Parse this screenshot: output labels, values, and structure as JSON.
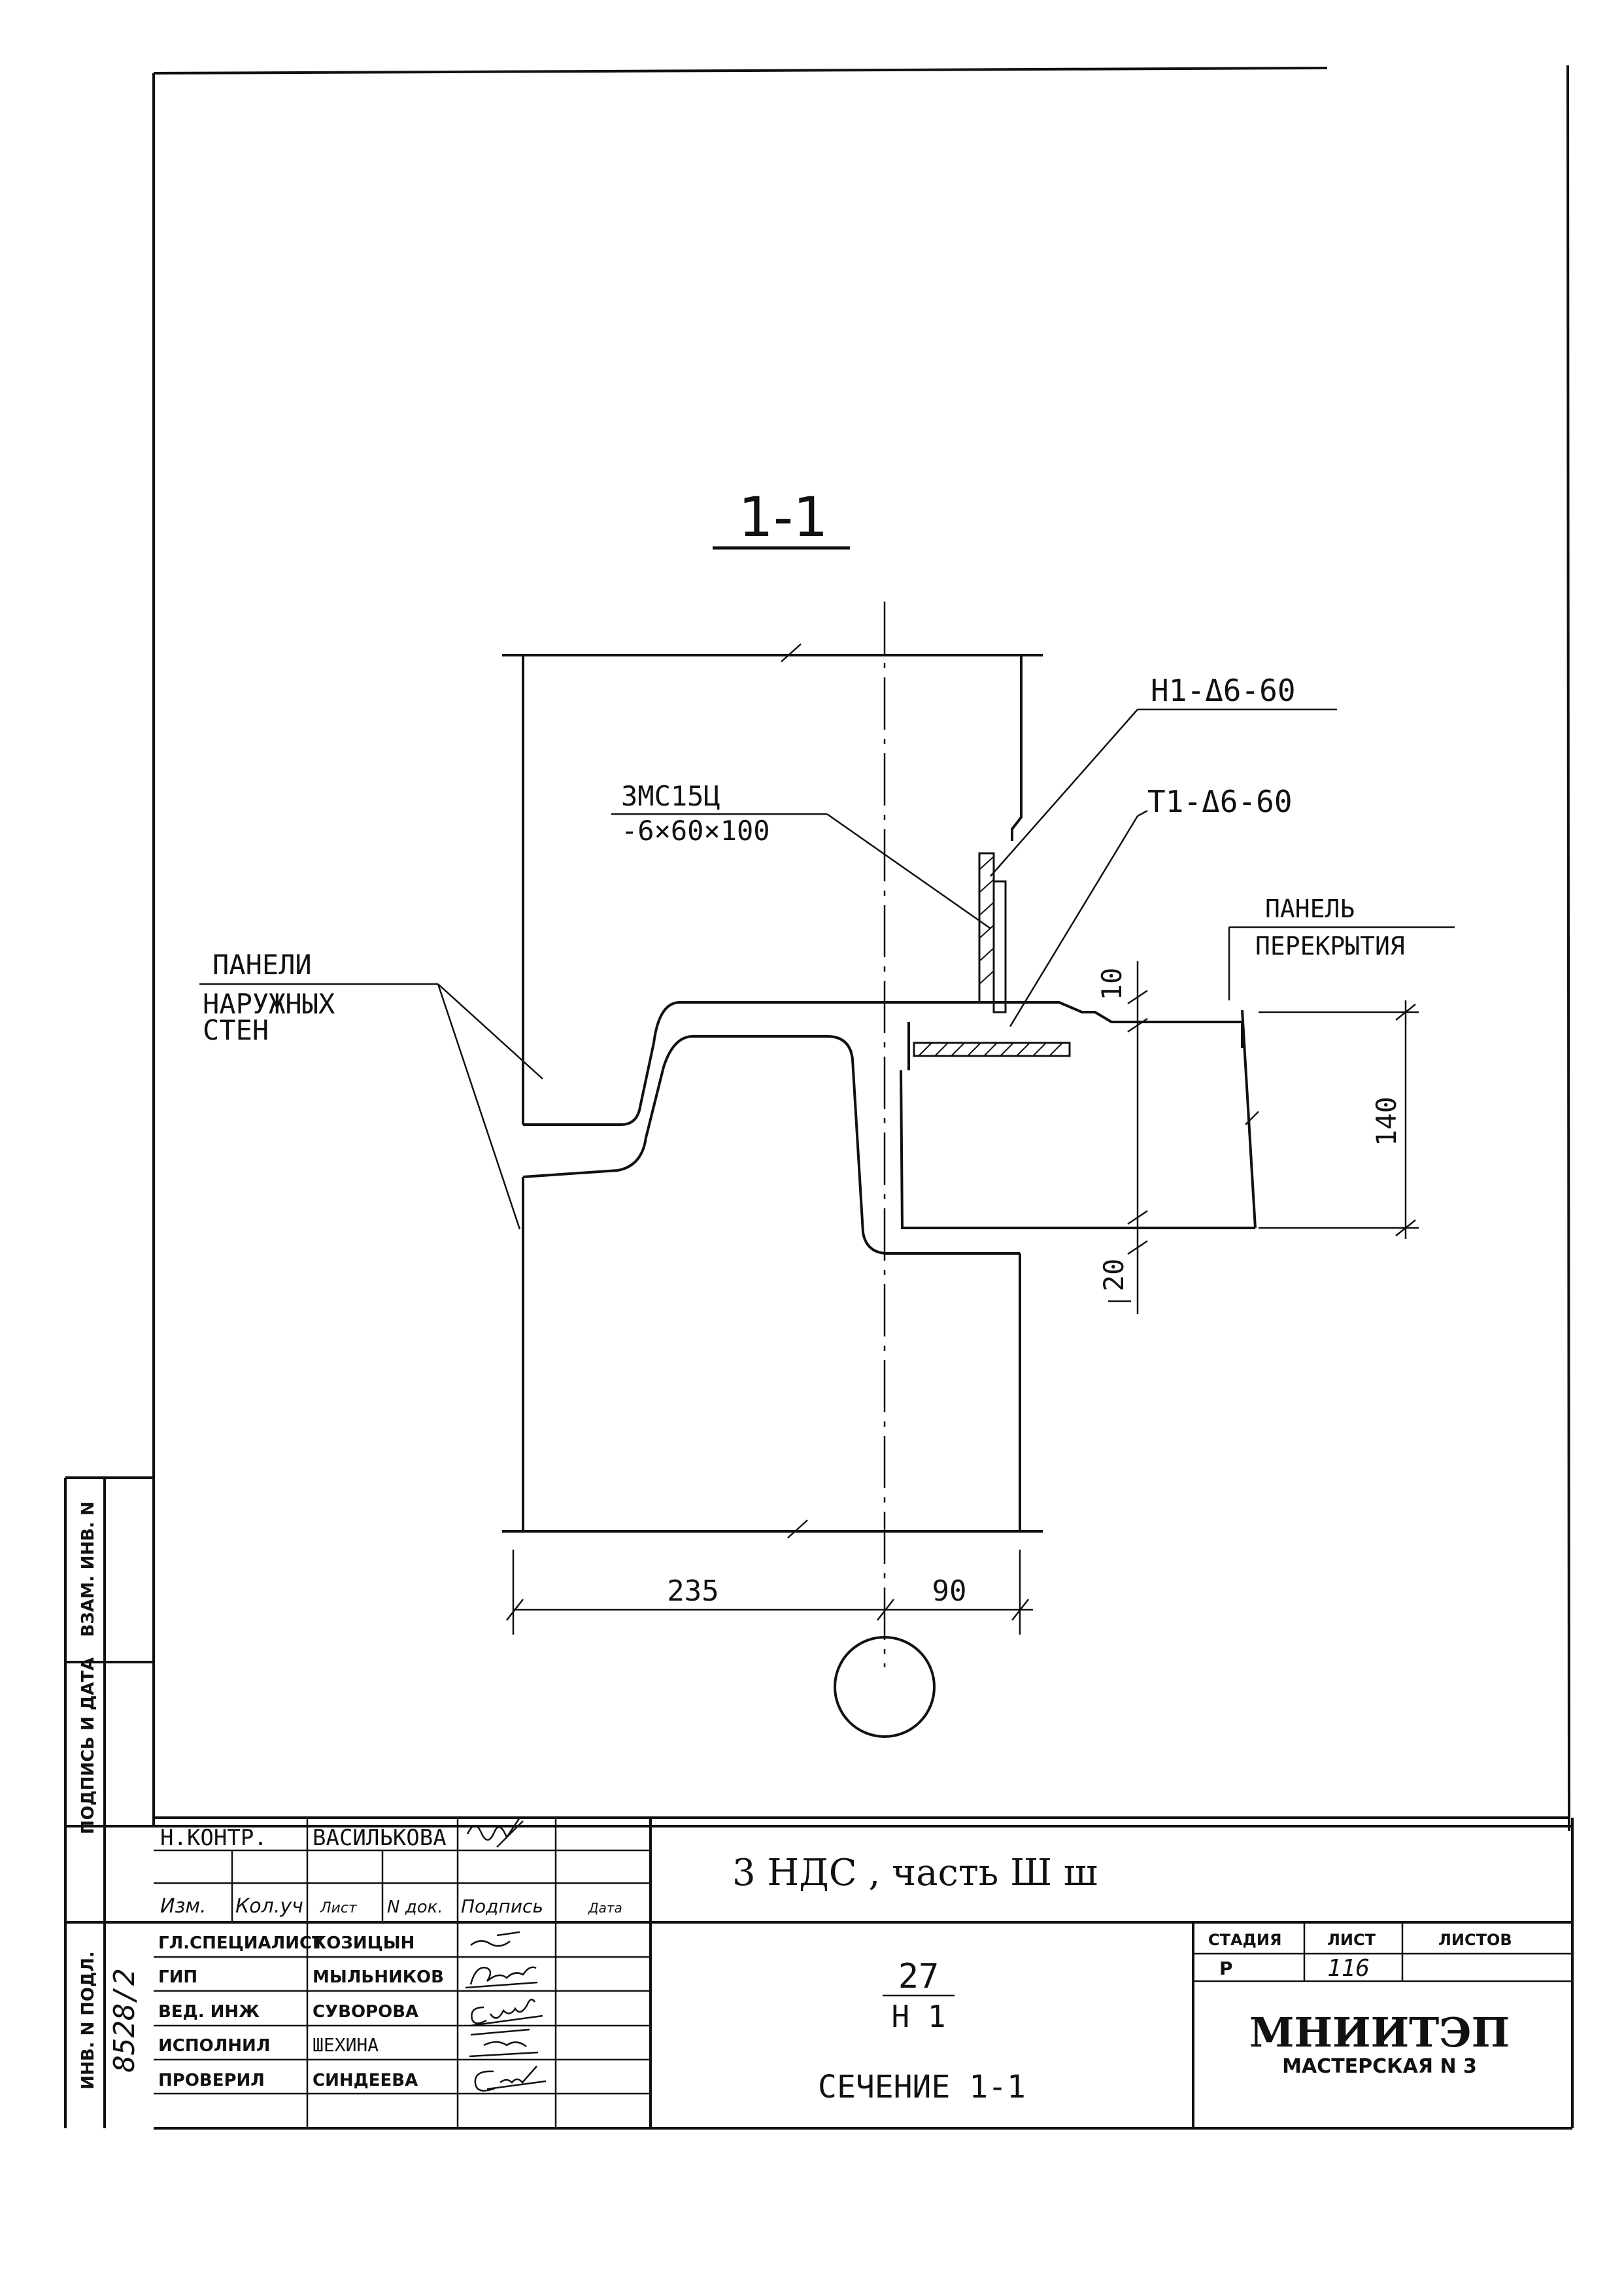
{
  "section_title": "1-1",
  "labels": {
    "anchor_top": "Н1-Δ6-60",
    "anchor_bottom": "Т1-Δ6-60",
    "plate_line1": "3МС15Ц",
    "plate_line2": "-6×60×100",
    "outer_walls_line1": "ПАНЕЛИ",
    "outer_walls_line2": "НАРУЖНЫХ",
    "outer_walls_line3": "СТЕН",
    "floor_panel_line1": "ПАНЕЛЬ",
    "floor_panel_line2": "ПЕРЕКРЫТИЯ"
  },
  "dimensions": {
    "gap_top": "10",
    "slab_thickness": "140",
    "gap_bottom": "20",
    "left_width": "235",
    "right_width": "90"
  },
  "side_stamp": {
    "ref_inv": "ВЗАМ. ИНВ. N",
    "sign_date": "ПОДПИСЬ И ДАТА",
    "inv_orig": "ИНВ. N ПОДЛ.",
    "inv_number": "8528/2"
  },
  "title_block": {
    "norm_control_role": "Н.КОНТР.",
    "norm_control_name": "ВАСИЛЬКОВА",
    "col_izm": "Изм.",
    "col_koluch": "Кол.уч",
    "col_list": "Лист",
    "col_ndok": "N док.",
    "col_sign": "Подпись",
    "col_date": "Дата",
    "rows": [
      {
        "role": "ГЛ.СПЕЦИАЛИСТ",
        "name": "КОЗИЦЫН"
      },
      {
        "role": "ГИП",
        "name": "МЫЛЬНИКОВ"
      },
      {
        "role": "ВЕД. ИНЖ",
        "name": "СУВОРОВА"
      },
      {
        "role": "ИСПОЛНИЛ",
        "name": "ШЕХИНА"
      },
      {
        "role": "ПРОВЕРИЛ",
        "name": "СИНДЕЕВА"
      }
    ],
    "project": "3 НДС , часть Ш ш",
    "sheet_num": "27",
    "sheet_code": "Н 1",
    "sheet_title": "СЕЧЕНИЕ 1-1",
    "stage_label": "СТАДИЯ",
    "list_label": "ЛИСТ",
    "lists_label": "ЛИСТОВ",
    "stage": "Р",
    "list_no": "116",
    "org": "МНИИТЭП",
    "workshop": "МАСТЕРСКАЯ N 3"
  }
}
